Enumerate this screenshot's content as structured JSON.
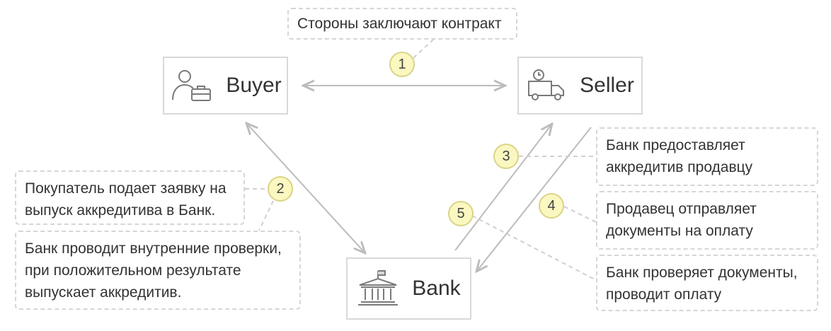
{
  "entities": {
    "buyer": {
      "label": "Buyer",
      "icon": "buyer-briefcase-icon"
    },
    "seller": {
      "label": "Seller",
      "icon": "delivery-truck-icon"
    },
    "bank": {
      "label": "Bank",
      "icon": "bank-building-icon"
    }
  },
  "notes": {
    "contract": "Стороны заключают контракт",
    "buyer_application": [
      "Покупатель подает заявку на",
      "выпуск аккредитива в Банк."
    ],
    "bank_checks": [
      "Банк проводит внутренние проверки,",
      "при положительном результате",
      "выпускает аккредитив."
    ],
    "bank_provides": [
      "Банк предоставляет",
      "аккредитив продавцу"
    ],
    "seller_sends": [
      "Продавец отправляет",
      "документы на оплату"
    ],
    "bank_verifies": [
      "Банк проверяет документы,",
      "проводит оплату"
    ]
  },
  "steps": [
    "1",
    "2",
    "3",
    "4",
    "5"
  ],
  "colors": {
    "arrow": "#bcbcbc",
    "connector": "#cfcfcf",
    "box_border": "#d9d9d9",
    "step_fill": "#fbf7c0",
    "step_border": "#d9d486"
  }
}
